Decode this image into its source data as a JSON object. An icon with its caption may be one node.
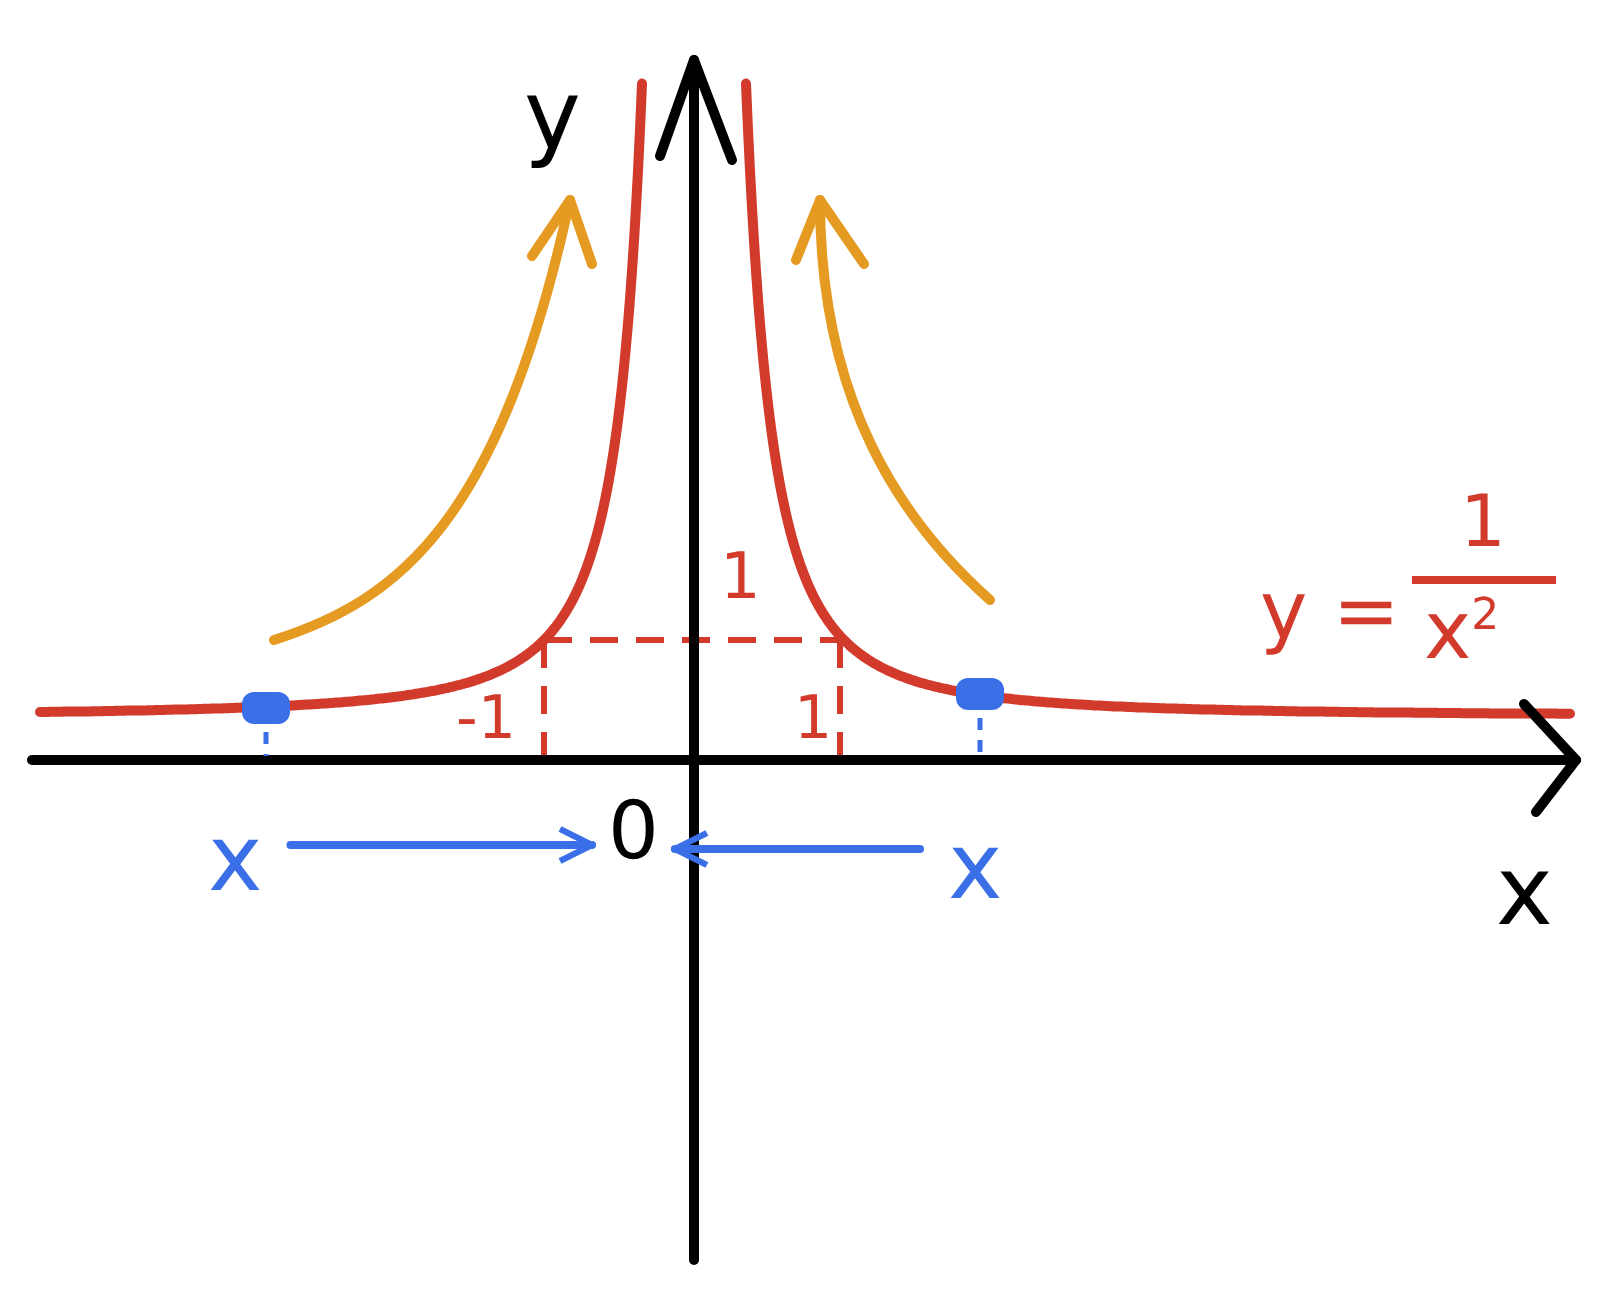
{
  "diagram": {
    "nodes": [
      {
        "text": [
          "x"
        ]
      },
      {
        "text": [
          "0"
        ]
      },
      {
        "text": [
          "x"
        ]
      }
    ],
    "edges": [
      {
        "from": 0,
        "to": 1,
        "arrow": "to"
      },
      {
        "from": 2,
        "to": 1,
        "arrow": "to"
      }
    ],
    "labels": [
      "y",
      "1",
      "-1",
      "1",
      "y =",
      "1",
      "x$^{2}$",
      "x"
    ]
  }
}
